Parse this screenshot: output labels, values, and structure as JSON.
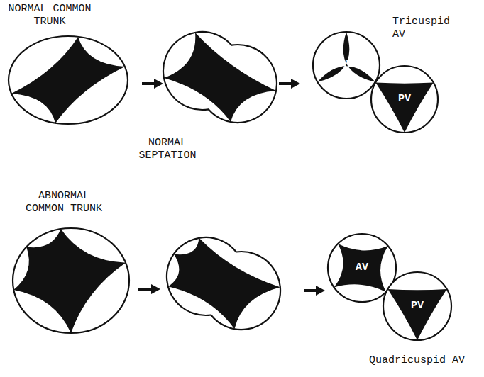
{
  "diagram": {
    "nodes": [
      {
        "text": [
          "AV"
        ]
      },
      {
        "text": [
          "PV"
        ]
      },
      {
        "text": [
          "AV"
        ]
      },
      {
        "text": [
          "PV"
        ]
      }
    ],
    "labels": [
      "NORMAL COMMON TRUNK",
      "NORMAL SEPTATION",
      "Tricuspid AV",
      "ABNORMAL COMMON TRUNK",
      "Quadricuspid AV"
    ]
  }
}
